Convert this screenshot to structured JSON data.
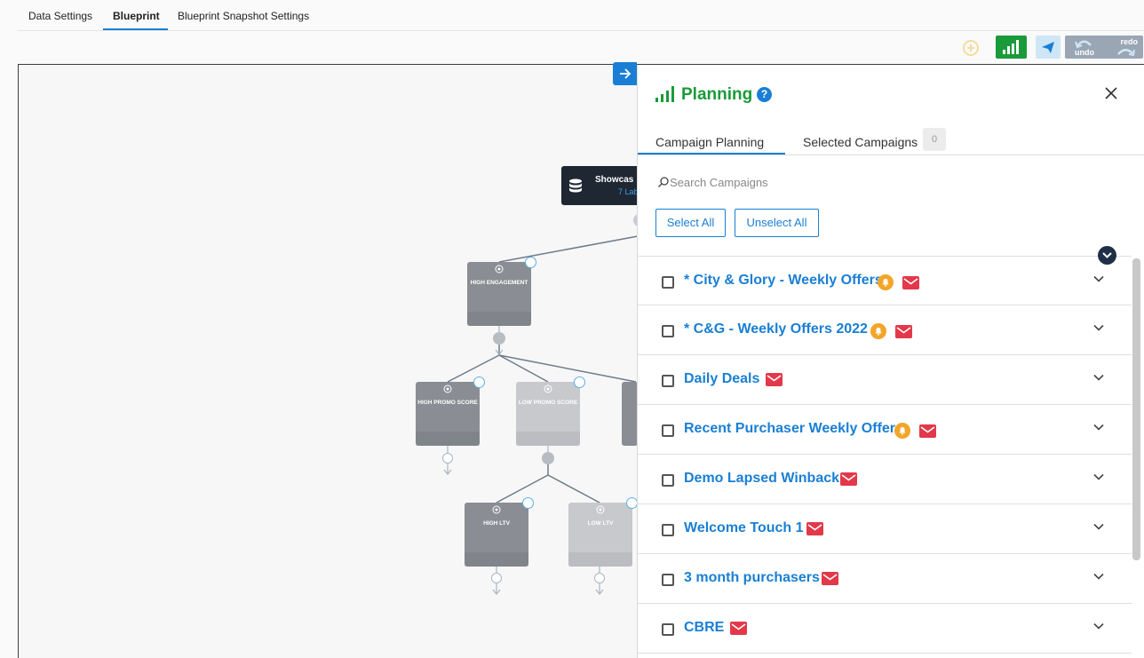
{
  "top_tabs": [
    {
      "label": "Data Settings",
      "active": false
    },
    {
      "label": "Blueprint",
      "active": true
    },
    {
      "label": "Blueprint Snapshot Settings",
      "active": false
    }
  ],
  "toolbar": {
    "undo_label": "undo",
    "redo_label": "redo",
    "icons": [
      "add-circle-icon",
      "bar-chart-icon",
      "paper-plane-icon",
      "undo-icon",
      "redo-icon"
    ]
  },
  "canvas": {
    "source_node": {
      "label": "Showcas",
      "sub": "7 Lab"
    },
    "nodes": [
      {
        "title": "HIGH ENGAGEMENT",
        "shade": "dark"
      },
      {
        "title": "HIGH PROMO SCORE",
        "shade": "dark"
      },
      {
        "title": "LOW PROMO SCORE",
        "shade": "light"
      },
      {
        "title": "HIGH LTV",
        "shade": "dark"
      },
      {
        "title": "LOW LTV",
        "shade": "light"
      }
    ]
  },
  "panel": {
    "title": "Planning",
    "tabs": [
      {
        "label": "Campaign Planning",
        "active": true
      },
      {
        "label": "Selected Campaigns",
        "active": false,
        "count": "0"
      }
    ],
    "search": {
      "placeholder": "Search Campaigns",
      "value": ""
    },
    "select_all_label": "Select All",
    "unselect_all_label": "Unselect All",
    "campaigns": [
      {
        "name": "* City & Glory - Weekly Offers",
        "push": true,
        "email": true,
        "checked": false
      },
      {
        "name": "* C&G - Weekly Offers 2022",
        "push": true,
        "email": true,
        "checked": false
      },
      {
        "name": "Daily Deals",
        "push": false,
        "email": true,
        "checked": false
      },
      {
        "name": "Recent Purchaser Weekly Offer",
        "push": true,
        "email": true,
        "checked": false
      },
      {
        "name": "Demo Lapsed Winback",
        "push": false,
        "email": true,
        "checked": false
      },
      {
        "name": "Welcome Touch 1",
        "push": false,
        "email": true,
        "checked": false
      },
      {
        "name": "3 month purchasers",
        "push": false,
        "email": true,
        "checked": false
      },
      {
        "name": "CBRE",
        "push": false,
        "email": true,
        "checked": false
      }
    ]
  },
  "colors": {
    "accent": "#1a7fd4",
    "planning_green": "#1a9a3a",
    "email_red": "#e3384a",
    "push_orange": "#f3a52a"
  }
}
